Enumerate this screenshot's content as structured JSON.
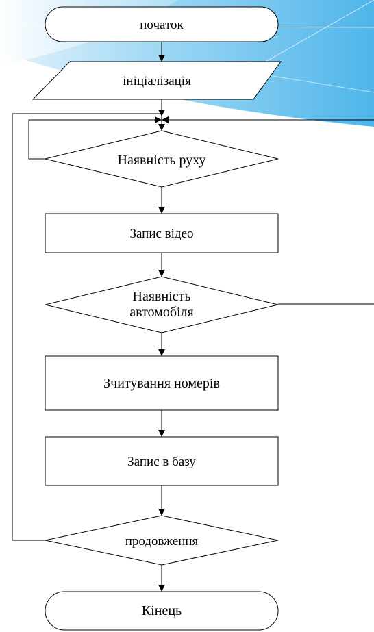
{
  "colors": {
    "background": "#ffffff",
    "banner_light": "#cfe9f8",
    "banner_mid": "#8fd0f2",
    "banner_dark": "#4db3e8",
    "line": "#000000"
  },
  "flowchart": {
    "start": "початок",
    "init": "ініціалізація",
    "motion_check": "Наявність руху",
    "record_video": "Запис відео",
    "car_check_line1": "Наявність",
    "car_check_line2": "автомобіля",
    "read_plates": "Зчитування номерів",
    "save_db": "Запис в базу",
    "continue_check": "продовження",
    "end": "Кінець"
  }
}
